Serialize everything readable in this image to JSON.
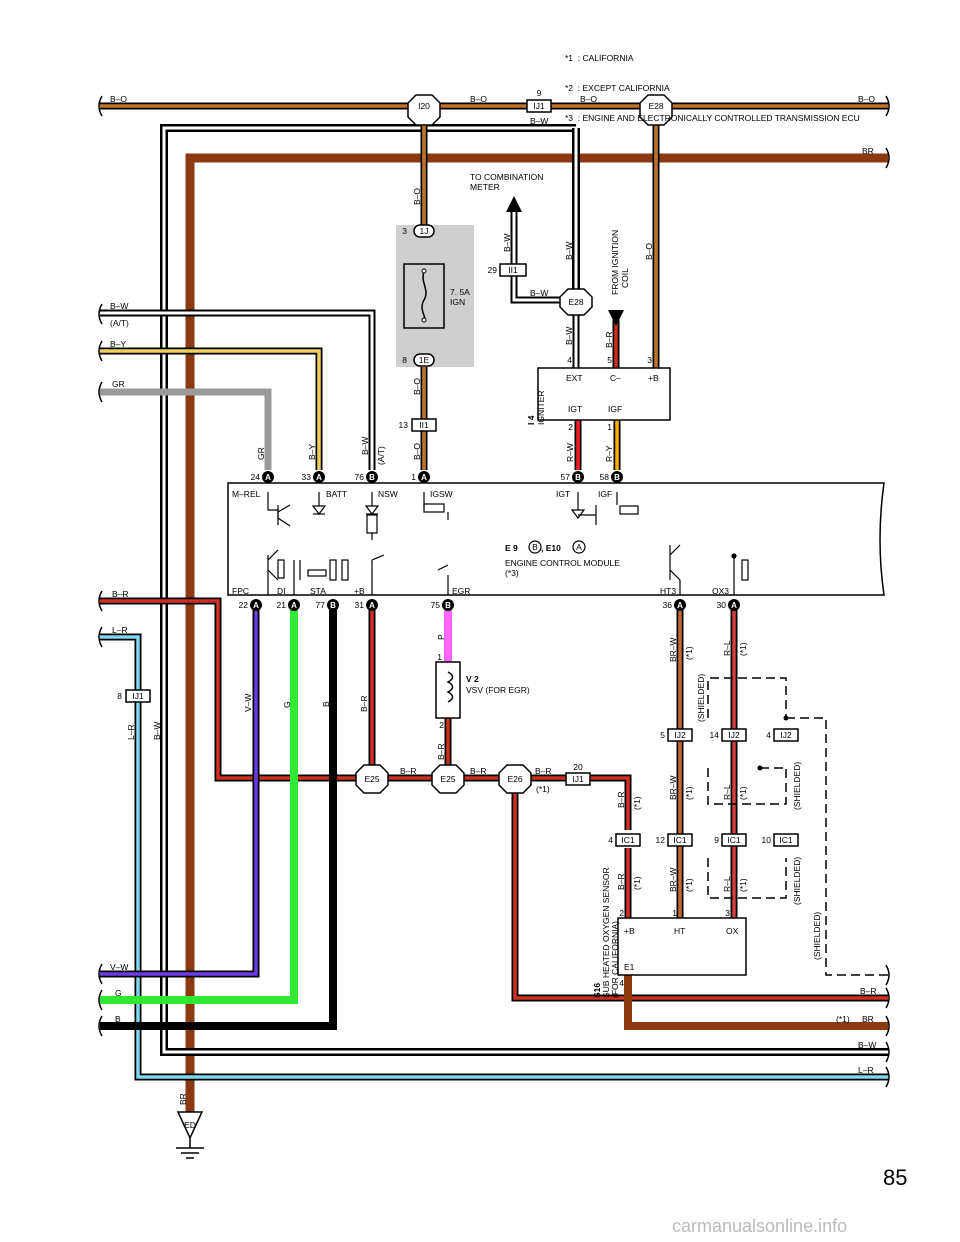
{
  "notes": [
    "*1  : CALIFORNIA",
    "*2  : EXCEPT CALIFORNIA",
    "*3  : ENGINE AND ELECTRONICALLY CONTROLLED TRANSMISSION ECU"
  ],
  "page_number": "85",
  "watermark": "carmanualsonline.info",
  "wire_colors": {
    "B-O": "#c8732a",
    "BR": "#8b3a0f",
    "B-W": "#000000",
    "B-Y": "#f0d060",
    "GR": "#9a9a9a",
    "B-R": "#d03020",
    "L-R": "#7fd8f0",
    "V-W": "#6a3de8",
    "G": "#33e833",
    "B": "#000000",
    "P": "#ff66ff",
    "R-W": "#ff2020",
    "R-Y": "#ffb000",
    "BR-W": "#c86a2a",
    "R-L": "#d04040"
  },
  "labels": {
    "bo": "B–O",
    "br": "BR",
    "bw": "B–W",
    "by": "B–Y",
    "gr": "GR",
    "br_r": "B–R",
    "lr": "L–R",
    "vw": "V–W",
    "g": "G",
    "b": "B",
    "p": "P",
    "rw": "R–W",
    "ry": "R–Y",
    "brw": "BR–W",
    "rl": "R–L",
    "at": "(A/T)",
    "star1": "(*1)",
    "shielded": "(SHIELDED)"
  },
  "connectors": {
    "i20": "I20",
    "ij1": "IJ1",
    "e28": "E28",
    "ii1": "II1",
    "one_j": "1J",
    "one_e": "1E",
    "e25": "E25",
    "e26": "E26",
    "ij2": "IJ2",
    "ic1": "IC1",
    "ed": "ED",
    "a": "A",
    "b": "B"
  },
  "pins": {
    "p9": "9",
    "p3": "3",
    "p8": "8",
    "p13": "13",
    "p29": "29",
    "p4": "4",
    "p5": "5",
    "p3b": "3",
    "p2": "2",
    "p1": "1",
    "p24": "24",
    "p33": "33",
    "p76": "76",
    "p1b": "1",
    "p57": "57",
    "p58": "58",
    "p22": "22",
    "p21": "21",
    "p77": "77",
    "p31": "31",
    "p75": "75",
    "p36": "36",
    "p30": "30",
    "p20": "20",
    "pv1": "1",
    "pv2": "2",
    "p5b": "5",
    "p14": "14",
    "p4b": "4",
    "p4c": "4",
    "p12": "12",
    "p9b": "9",
    "p10": "10",
    "ps2": "2",
    "ps1": "1",
    "ps3": "3",
    "ps4": "4",
    "p8b": "8"
  },
  "fuse": {
    "rating": "7. 5A",
    "name": "IGN"
  },
  "igniter": {
    "id": "I 4",
    "name": "IGNITER",
    "ext": "EXT",
    "c": "C–",
    "b": "+B",
    "igt": "IGT",
    "igf": "IGF"
  },
  "ecm": {
    "ids": "E 9",
    "sep": ",  E10",
    "name": "ENGINE CONTROL MODULE",
    "note": "(*3)",
    "top_pins": [
      "M–REL",
      "BATT",
      "NSW",
      "IGSW",
      "IGT",
      "IGF"
    ],
    "bottom_pins": [
      "FPC",
      "DI",
      "STA",
      "+B",
      "EGR",
      "HT3",
      "OX3"
    ]
  },
  "vsv": {
    "id": "V 2",
    "name": "VSV (FOR EGR)"
  },
  "sensor": {
    "id": "S16",
    "name": "SUB HEATED OXYGEN SENSOR",
    "note": "(FOR CALIFORNIA)",
    "b": "+B",
    "ht": "HT",
    "ox": "OX",
    "e1": "E1"
  },
  "to_meter": [
    "TO COMBINATION",
    "METER"
  ],
  "from_coil": [
    "FROM IGNITION",
    "COIL"
  ]
}
